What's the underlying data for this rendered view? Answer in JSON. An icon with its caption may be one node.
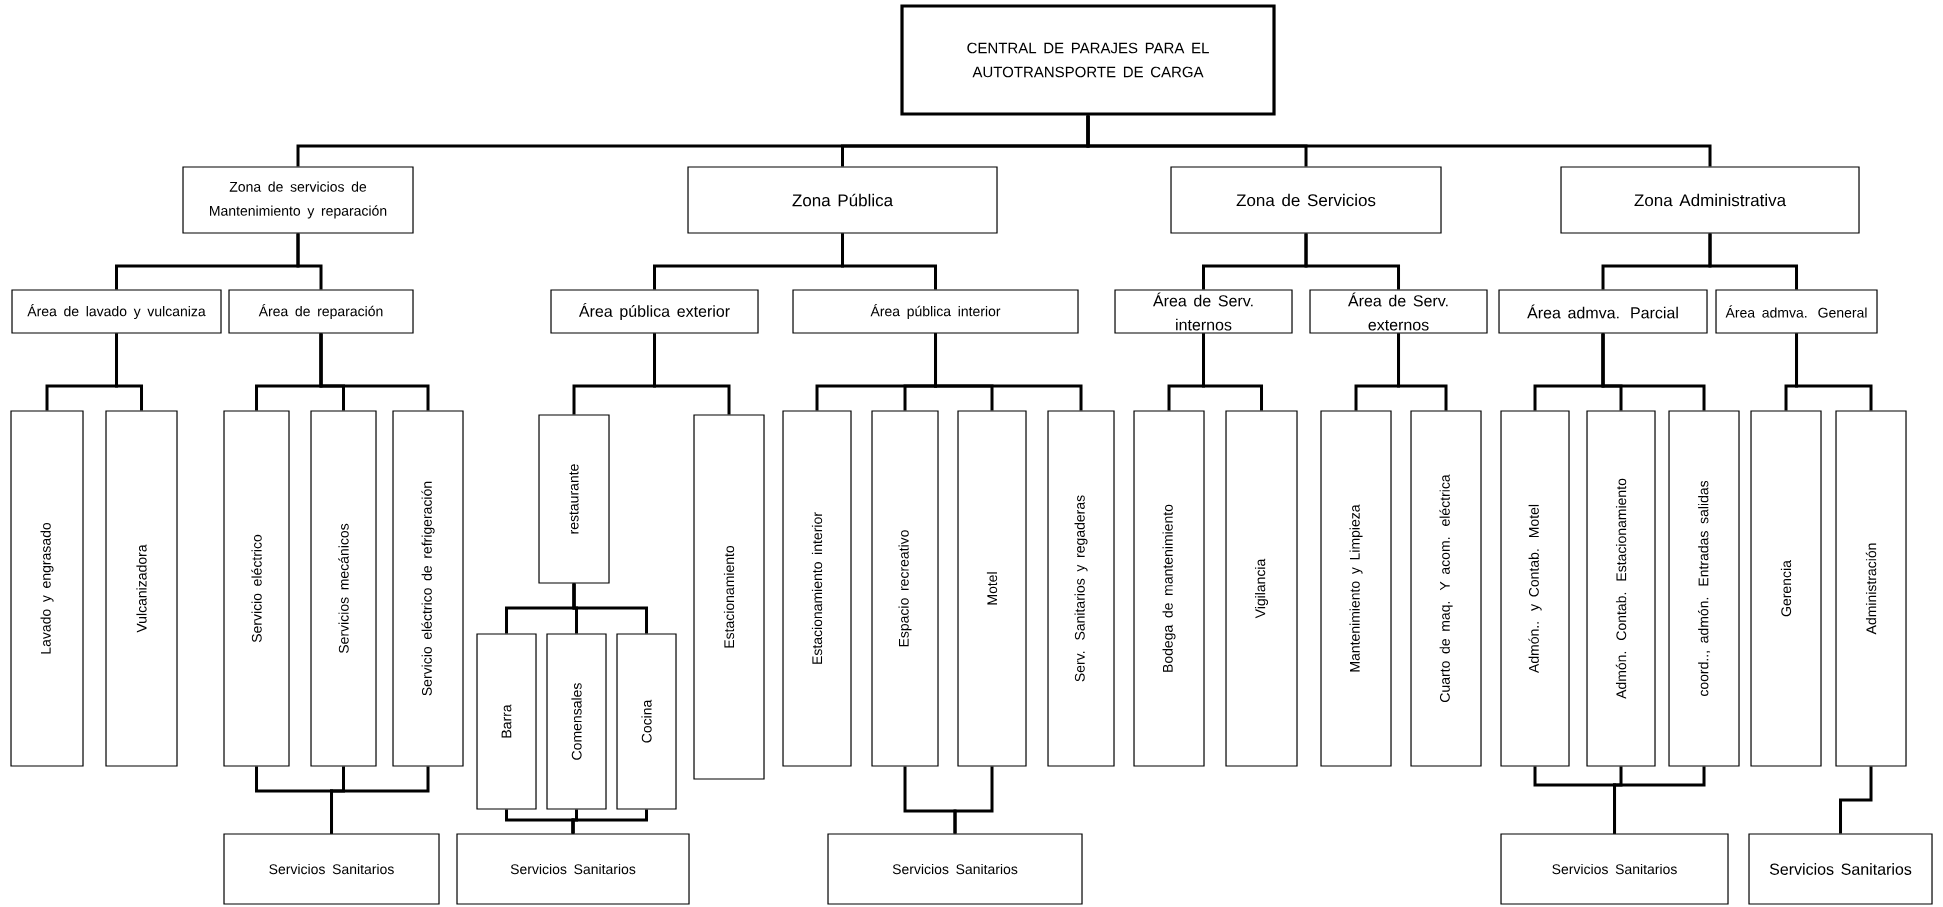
{
  "diagram": {
    "nodes": [
      {
        "text": [
          "CENTRAL DE PARAJES PARA EL AUTOTRANSPORTE DE CARGA"
        ]
      },
      {
        "text": [
          "Zona de servicios de Mantenimiento y reparación"
        ]
      },
      {
        "text": [
          "Zona Pública"
        ]
      },
      {
        "text": [
          "Zona de Servicios"
        ]
      },
      {
        "text": [
          "Zona Administrativa"
        ]
      },
      {
        "text": [
          "Área de lavado y vulcaniza"
        ]
      },
      {
        "text": [
          "Área de reparación"
        ]
      },
      {
        "text": [
          "Área pública exterior"
        ]
      },
      {
        "text": [
          "Área pública interior"
        ]
      },
      {
        "text": [
          "Área de Serv. internos"
        ]
      },
      {
        "text": [
          "Área de Serv. externos"
        ]
      },
      {
        "text": [
          "Área admva. Parcial"
        ]
      },
      {
        "text": [
          "Área admva. General"
        ]
      },
      {
        "text": [
          "Lavado y engrasado"
        ]
      },
      {
        "text": [
          "Vulcanizadora"
        ]
      },
      {
        "text": [
          "Servicio eléctrico"
        ]
      },
      {
        "text": [
          "Servicios mecánicos"
        ]
      },
      {
        "text": [
          "Servicio eléctrico de refrigeración"
        ]
      },
      {
        "text": [
          "restaurante"
        ]
      },
      {
        "text": [
          "Barra"
        ]
      },
      {
        "text": [
          "Comensales"
        ]
      },
      {
        "text": [
          "Cocina"
        ]
      },
      {
        "text": [
          "Estacionamiento"
        ]
      },
      {
        "text": [
          "Estacionamiento interior"
        ]
      },
      {
        "text": [
          "Espacio recreativo"
        ]
      },
      {
        "text": [
          "Motel"
        ]
      },
      {
        "text": [
          "Serv. Sanitarios y regaderas"
        ]
      },
      {
        "text": [
          "Bodega de mantenimiento"
        ]
      },
      {
        "text": [
          "Vigilancia"
        ]
      },
      {
        "text": [
          "Mantenimiento y Limpieza"
        ]
      },
      {
        "text": [
          "Cuarto de maq. Y acom. eléctrica"
        ]
      },
      {
        "text": [
          "Admón.. y Contab. Motel"
        ]
      },
      {
        "text": [
          "Admón. Contab. Estacionamiento"
        ]
      },
      {
        "text": [
          "coord.., admón. Entradas salidas"
        ]
      },
      {
        "text": [
          "Gerencia"
        ]
      },
      {
        "text": [
          "Administración"
        ]
      },
      {
        "text": [
          "Servicios Sanitarios"
        ]
      },
      {
        "text": [
          "Servicios Sanitarios"
        ]
      },
      {
        "text": [
          "Servicios Sanitarios"
        ]
      },
      {
        "text": [
          "Servicios Sanitarios"
        ]
      },
      {
        "text": [
          "Servicios Sanitarios"
        ]
      }
    ],
    "edges": [
      {
        "from": 0,
        "to": 1,
        "arrow": "none"
      },
      {
        "from": 0,
        "to": 2,
        "arrow": "none"
      },
      {
        "from": 0,
        "to": 3,
        "arrow": "none"
      },
      {
        "from": 0,
        "to": 4,
        "arrow": "none"
      },
      {
        "from": 1,
        "to": 5,
        "arrow": "none"
      },
      {
        "from": 1,
        "to": 6,
        "arrow": "none"
      },
      {
        "from": 2,
        "to": 7,
        "arrow": "none"
      },
      {
        "from": 2,
        "to": 8,
        "arrow": "none"
      },
      {
        "from": 3,
        "to": 9,
        "arrow": "none"
      },
      {
        "from": 3,
        "to": 10,
        "arrow": "none"
      },
      {
        "from": 4,
        "to": 11,
        "arrow": "none"
      },
      {
        "from": 4,
        "to": 12,
        "arrow": "none"
      },
      {
        "from": 5,
        "to": 13,
        "arrow": "none"
      },
      {
        "from": 5,
        "to": 14,
        "arrow": "none"
      },
      {
        "from": 6,
        "to": 15,
        "arrow": "none"
      },
      {
        "from": 6,
        "to": 16,
        "arrow": "none"
      },
      {
        "from": 6,
        "to": 17,
        "arrow": "none"
      },
      {
        "from": 7,
        "to": 18,
        "arrow": "none"
      },
      {
        "from": 7,
        "to": 22,
        "arrow": "none"
      },
      {
        "from": 18,
        "to": 19,
        "arrow": "none"
      },
      {
        "from": 18,
        "to": 20,
        "arrow": "none"
      },
      {
        "from": 18,
        "to": 21,
        "arrow": "none"
      },
      {
        "from": 8,
        "to": 23,
        "arrow": "none"
      },
      {
        "from": 8,
        "to": 24,
        "arrow": "none"
      },
      {
        "from": 8,
        "to": 25,
        "arrow": "none"
      },
      {
        "from": 8,
        "to": 26,
        "arrow": "none"
      },
      {
        "from": 9,
        "to": 27,
        "arrow": "none"
      },
      {
        "from": 9,
        "to": 28,
        "arrow": "none"
      },
      {
        "from": 10,
        "to": 29,
        "arrow": "none"
      },
      {
        "from": 10,
        "to": 30,
        "arrow": "none"
      },
      {
        "from": 11,
        "to": 31,
        "arrow": "none"
      },
      {
        "from": 11,
        "to": 32,
        "arrow": "none"
      },
      {
        "from": 11,
        "to": 33,
        "arrow": "none"
      },
      {
        "from": 12,
        "to": 34,
        "arrow": "none"
      },
      {
        "from": 12,
        "to": 35,
        "arrow": "none"
      },
      {
        "from": 15,
        "to": 36,
        "arrow": "none"
      },
      {
        "from": 16,
        "to": 36,
        "arrow": "none"
      },
      {
        "from": 17,
        "to": 36,
        "arrow": "none"
      },
      {
        "from": 19,
        "to": 37,
        "arrow": "none"
      },
      {
        "from": 20,
        "to": 37,
        "arrow": "none"
      },
      {
        "from": 21,
        "to": 37,
        "arrow": "none"
      },
      {
        "from": 24,
        "to": 38,
        "arrow": "none"
      },
      {
        "from": 25,
        "to": 38,
        "arrow": "none"
      },
      {
        "from": 31,
        "to": 39,
        "arrow": "none"
      },
      {
        "from": 32,
        "to": 39,
        "arrow": "none"
      },
      {
        "from": 33,
        "to": 39,
        "arrow": "none"
      },
      {
        "from": 35,
        "to": 40,
        "arrow": "none"
      }
    ]
  }
}
